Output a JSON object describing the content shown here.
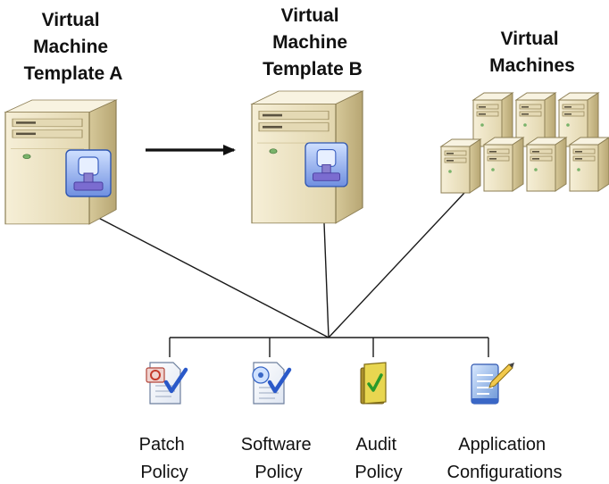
{
  "nodes": {
    "template_a": {
      "title_lines": [
        "Virtual",
        "Machine",
        "Template A"
      ],
      "icon": "server-tower-icon"
    },
    "template_b": {
      "title_lines": [
        "Virtual",
        "Machine",
        "Template B"
      ],
      "icon": "server-tower-icon"
    },
    "vms": {
      "title_lines": [
        "Virtual",
        "Machines"
      ],
      "icon": "server-cluster-icon"
    }
  },
  "policies": [
    {
      "label_lines": [
        "Patch",
        "Policy"
      ],
      "icon": "patch-policy-icon"
    },
    {
      "label_lines": [
        "Software",
        "Policy"
      ],
      "icon": "software-policy-icon"
    },
    {
      "label_lines": [
        "Audit",
        "Policy"
      ],
      "icon": "audit-policy-icon"
    },
    {
      "label_lines": [
        "Application",
        "Configurations"
      ],
      "icon": "application-configurations-icon"
    }
  ],
  "colors": {
    "server_body": "#efe6c9",
    "server_side": "#cbbd8e",
    "server_top": "#f7f1dc",
    "stamp_blue": "#3f6fd0",
    "check_blue": "#2a59c9",
    "audit_yellow": "#e8d650",
    "audit_check": "#2a9a2a",
    "line": "#1a1a1a"
  }
}
